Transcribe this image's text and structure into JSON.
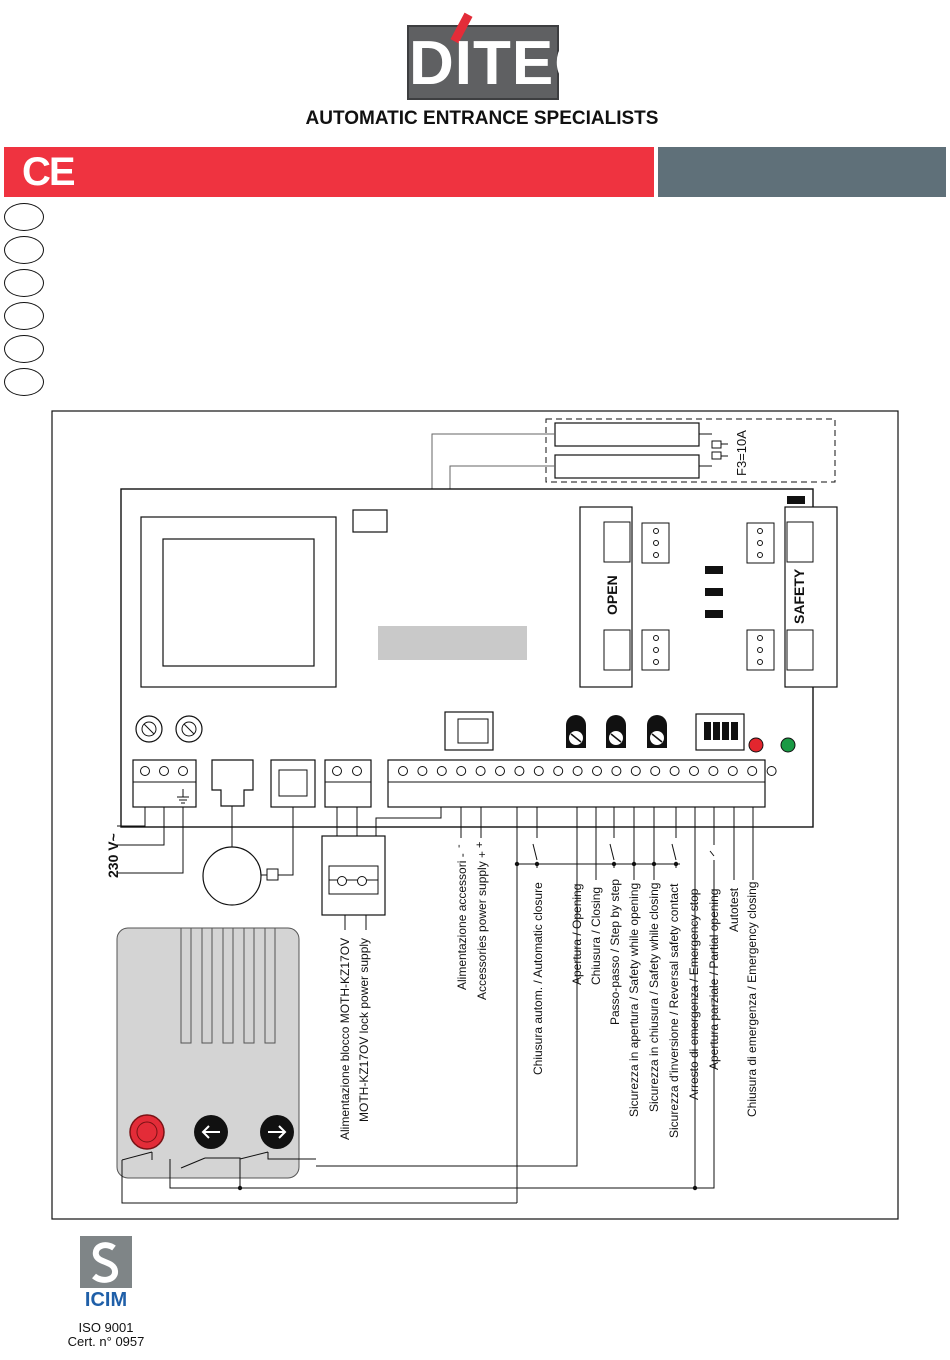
{
  "header": {
    "brand": "DITEC",
    "tagline": "AUTOMATIC ENTRANCE SPECIALISTS",
    "ce_mark": "CE",
    "accent_red": "#ef3340",
    "accent_grey": "#5f7079"
  },
  "diagram": {
    "fuse_label": "F3=10A",
    "open_label": "OPEN",
    "safety_label": "SAFETY",
    "mains_label": "230 V~",
    "lock_supply_labels": [
      "Alimentazione blocco MOTH-KZ17OV",
      "MOTH-KZ17OV lock power supply"
    ],
    "accessory_supply_labels": [
      "Alimentazione accessori   -",
      "Accessories power supply  +"
    ],
    "terminal_labels": [
      "Chiusura autom. / Automatic closure",
      "Apertura / Opening",
      "Chiusura / Closing",
      "Passo-passo / Step by step",
      "Sicurezza in apertura / Safety while opening",
      "Sicurezza in chiusura / Safety while closing",
      "Sicurezza d'inversione / Reversal safety contact",
      "Arresto di emergenza / Emergency stop",
      "Apertura parziale / Partial opening",
      "Autotest",
      "Chiusura di emergenza / Emergency closing"
    ],
    "led_colors": [
      "#e3262e",
      "#1a9a45"
    ]
  },
  "certification": {
    "mark": "ICIM",
    "standard": "ISO 9001",
    "certificate": "Cert. n° 0957"
  }
}
